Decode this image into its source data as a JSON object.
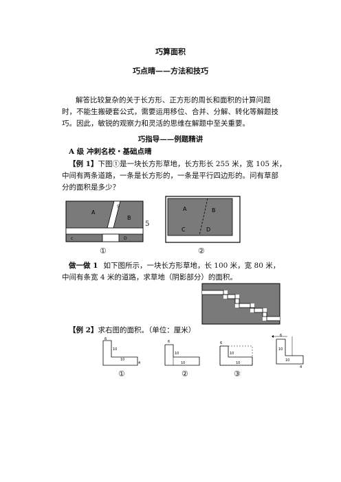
{
  "doc": {
    "title": "巧算面积",
    "subtitle": "巧点晴——方法和技巧",
    "intro": [
      "解答比较复杂的关于长方形、正方形的周长和面积的计算问题",
      "时，不能生搬硬套公式，需要运用移位、合并、分解、转化等解题技",
      "巧。因此，敏锐的观察力和灵活的思维在解题中至关重要。"
    ],
    "section_title": "巧指导——例题精讲",
    "level_title": "A 级  冲刺名校・基础点晴",
    "example1": {
      "label": "【例 1】",
      "lines": [
        "下图①是一块长方形草地，长方形长 255 米，宽 105 米，",
        "中间有两条道路，一条是长方形的，一条是平行四边形的。问有草部",
        "分的面积是多少？"
      ]
    },
    "fig1": {
      "A": "A",
      "B": "B",
      "C": "c",
      "D": "D",
      "five": "5",
      "side5": "5",
      "num1": "①",
      "num2": "②",
      "fig2_A": "A",
      "fig2_B": "B",
      "fig2_C": "C",
      "fig2_D": "D"
    },
    "practice": {
      "label": "做一做 1",
      "lines": [
        "如下图所示，一块长方形草地，长 100 米，宽 80 米，",
        "中间有条宽 4 米的道路，求草地（阴影部分）的面积。"
      ]
    },
    "example2": {
      "label": "【例 2】",
      "text": "求右图的面积。（单位：厘米）"
    },
    "fig2": {
      "six": "6",
      "ten_v": "10",
      "ten_h": "10",
      "four": "4",
      "n1": "①",
      "n2": "②",
      "n3": "③"
    }
  }
}
